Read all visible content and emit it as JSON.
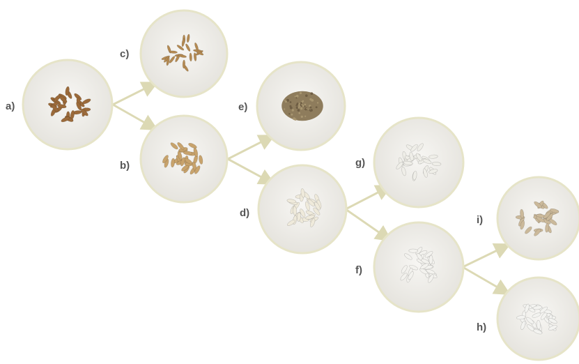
{
  "colors": {
    "ring": "#e6e4c8",
    "arrow": "#dcd9b4",
    "label": "#555555",
    "plate": "#f1f0ec"
  },
  "nodes": [
    {
      "id": "a",
      "label": "a)",
      "content": "paddy grains (rough rice)",
      "fill": "#9b6a3a",
      "texture": "grain-pile"
    },
    {
      "id": "b",
      "label": "b)",
      "content": "brown rice",
      "fill": "#c8a36c",
      "texture": "grain-pile"
    },
    {
      "id": "c",
      "label": "c)",
      "content": "husk",
      "fill": "#b48a52",
      "texture": "husk-pile"
    },
    {
      "id": "d",
      "label": "d)",
      "content": "milled white rice",
      "fill": "#efeadb",
      "texture": "grain-pile"
    },
    {
      "id": "e",
      "label": "e)",
      "content": "bran",
      "fill": "#8e7c5c",
      "texture": "powder"
    },
    {
      "id": "f",
      "label": "f)",
      "content": "head rice",
      "fill": "#f3f2ee",
      "texture": "grain-pile"
    },
    {
      "id": "g",
      "label": "g)",
      "content": "broken rice",
      "fill": "#efeee8",
      "texture": "grain-pile"
    },
    {
      "id": "h",
      "label": "h)",
      "content": "sound rice",
      "fill": "#f3f3f0",
      "texture": "grain-pile"
    },
    {
      "id": "i",
      "label": "i)",
      "content": "defective rice",
      "fill": "#cbb99a",
      "texture": "grain-pile"
    }
  ],
  "edges": [
    {
      "from": "a",
      "to": "c"
    },
    {
      "from": "a",
      "to": "b"
    },
    {
      "from": "b",
      "to": "e"
    },
    {
      "from": "b",
      "to": "d"
    },
    {
      "from": "d",
      "to": "g"
    },
    {
      "from": "d",
      "to": "f"
    },
    {
      "from": "f",
      "to": "i"
    },
    {
      "from": "f",
      "to": "h"
    }
  ]
}
